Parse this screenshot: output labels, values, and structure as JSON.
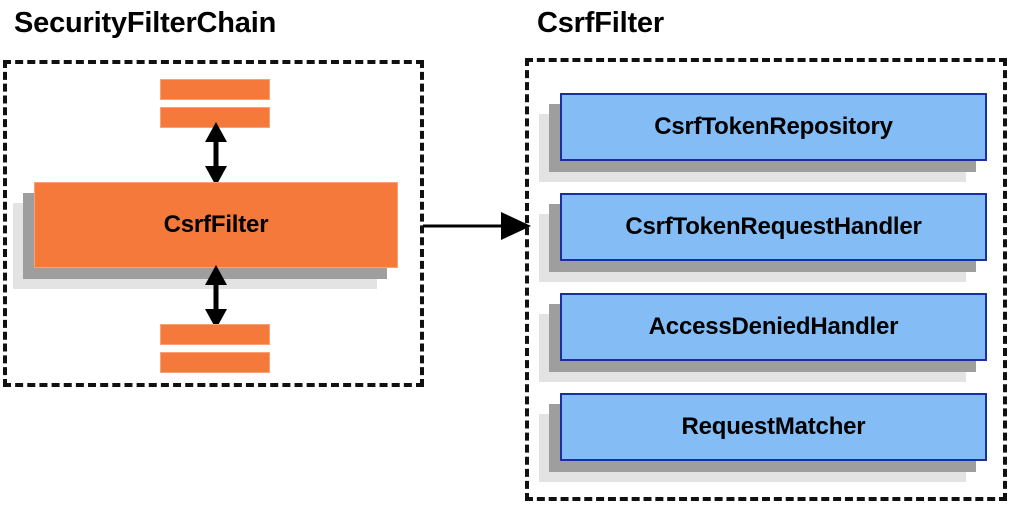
{
  "diagram": {
    "type": "architecture-block-diagram",
    "panels": [
      {
        "id": "security-filter-chain",
        "title": "SecurityFilterChain",
        "border_style": "dashed",
        "nodes": [
          {
            "id": "stub-top-1",
            "label": "",
            "color": "#f4793b",
            "kind": "stub"
          },
          {
            "id": "stub-top-2",
            "label": "",
            "color": "#f4793b",
            "kind": "stub"
          },
          {
            "id": "csrf-filter",
            "label": "CsrfFilter",
            "color": "#f4793b",
            "kind": "block"
          },
          {
            "id": "stub-bottom-1",
            "label": "",
            "color": "#f4793b",
            "kind": "stub"
          },
          {
            "id": "stub-bottom-2",
            "label": "",
            "color": "#f4793b",
            "kind": "stub"
          }
        ],
        "connectors": [
          {
            "id": "arrow-up",
            "style": "double-headed-vertical"
          },
          {
            "id": "arrow-down",
            "style": "double-headed-vertical"
          }
        ]
      },
      {
        "id": "csrf-filter-detail",
        "title": "CsrfFilter",
        "border_style": "dashed",
        "nodes": [
          {
            "id": "csrf-token-repository",
            "label": "CsrfTokenRepository",
            "color": "#84bdf5",
            "kind": "block"
          },
          {
            "id": "csrf-token-request-handler",
            "label": "CsrfTokenRequestHandler",
            "color": "#84bdf5",
            "kind": "block"
          },
          {
            "id": "access-denied-handler",
            "label": "AccessDeniedHandler",
            "color": "#84bdf5",
            "kind": "block"
          },
          {
            "id": "request-matcher",
            "label": "RequestMatcher",
            "color": "#84bdf5",
            "kind": "block"
          }
        ]
      }
    ],
    "cross_connector": {
      "id": "expand-arrow",
      "style": "single-headed-horizontal",
      "from": "csrf-filter",
      "to": "csrf-filter-detail"
    },
    "colors": {
      "orange_fill": "#f4793b",
      "orange_border": "#f9a177",
      "blue_fill": "#84bdf5",
      "blue_border": "#1c2f9e",
      "shadow_near": "#9e9e9e",
      "shadow_far": "#e3e3e3",
      "outline": "#111111",
      "text": "#000000",
      "background": "#ffffff"
    }
  }
}
